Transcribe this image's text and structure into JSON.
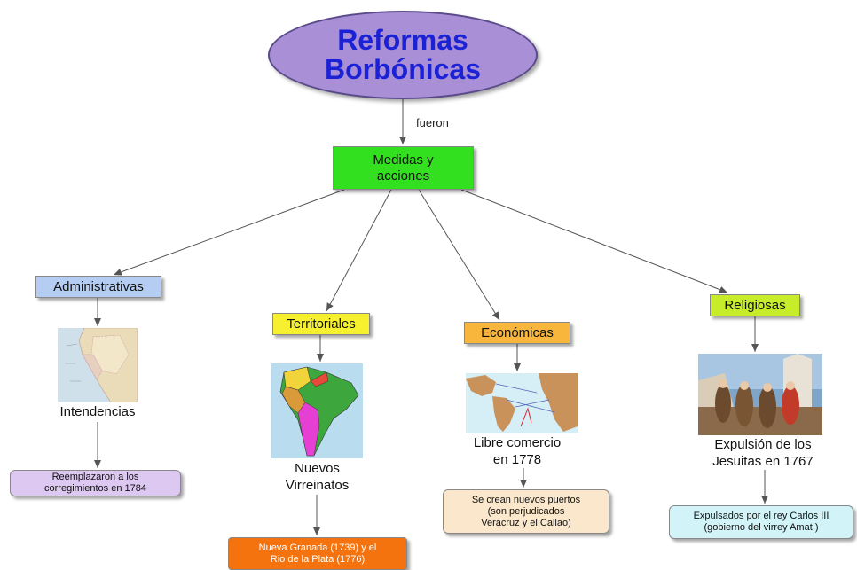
{
  "root": {
    "line1": "Reformas",
    "line2": "Borbónicas"
  },
  "edge_label": "fueron",
  "medidas": {
    "line1": "Medidas y",
    "line2": "acciones"
  },
  "categories": {
    "administrativas": "Administrativas",
    "territoriales": "Territoriales",
    "economicas": "Económicas",
    "religiosas": "Religiosas"
  },
  "captions": {
    "intendencias": "Intendencias",
    "virreinatos_1": "Nuevos",
    "virreinatos_2": "Virreinatos",
    "libre_1": "Libre comercio",
    "libre_2": "en 1778",
    "expulsion_1": "Expulsión de los",
    "expulsion_2": "Jesuitas en 1767"
  },
  "leaves": {
    "reemplazaron_1": "Reemplazaron a los",
    "reemplazaron_2": "corregimientos en 1784",
    "puertos_1": "Se crean nuevos puertos",
    "puertos_2": "(son perjudicados",
    "puertos_3": "Veracruz y el Callao)",
    "expulsados_1": "Expulsados por el rey Carlos III",
    "expulsados_2": "(gobierno del virrey Amat )",
    "nueva_1": "Nueva Granada (1739) y el",
    "nueva_2": "Rio de la Plata (1776)"
  },
  "colors": {
    "root_fill": "#a98fd6",
    "root_text": "#1b21d4",
    "medidas_fill": "#33e01f",
    "administrativas_fill": "#b5cdf3",
    "territoriales_fill": "#f6f02e",
    "economicas_fill": "#f8b63c",
    "religiosas_fill": "#c6ec2a",
    "connector": "#555555"
  },
  "images": {
    "intendencias": "peru-map-image",
    "virreinatos": "south-america-viceroyalties-map-image",
    "libre_comercio": "atlantic-trade-routes-map-image",
    "expulsion": "jesuits-expulsion-painting-image"
  }
}
